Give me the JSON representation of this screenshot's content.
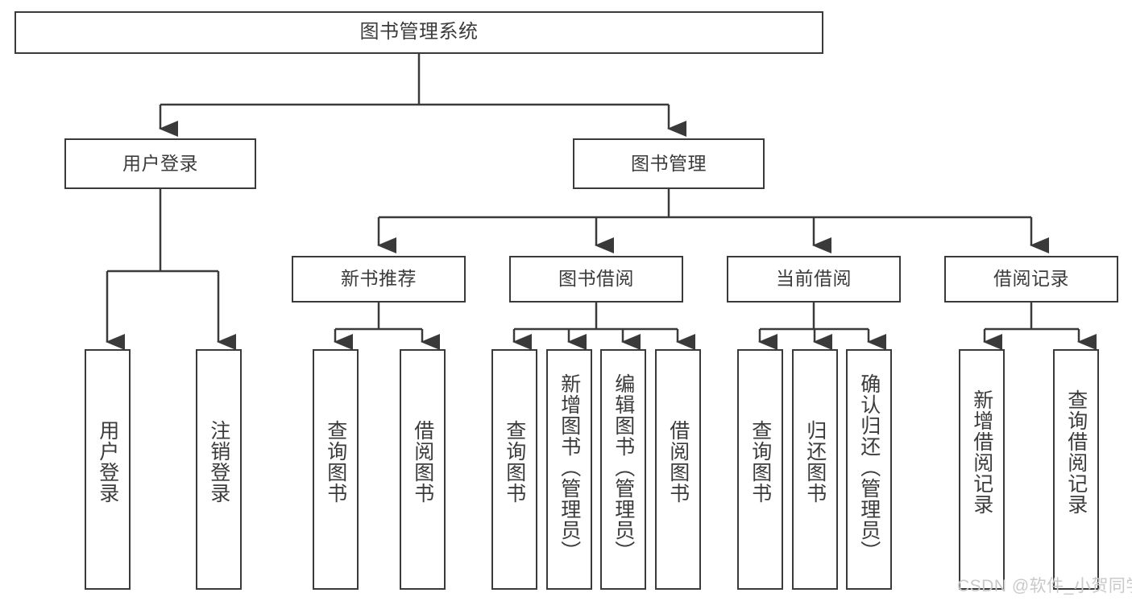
{
  "diagram": {
    "title": "图书管理系统",
    "type": "tree-hierarchy",
    "watermark": "CSDN @软件_小贺同学",
    "colors": {
      "border": "#3a3a3a",
      "text": "#3b3b3b",
      "background": "#ffffff",
      "watermark": "#c9c9c9"
    },
    "nodes": {
      "root": {
        "label": "图书管理系统"
      },
      "level1": [
        {
          "id": "user-login",
          "label": "用户登录"
        },
        {
          "id": "book-manage",
          "label": "图书管理"
        }
      ],
      "level2": [
        {
          "id": "new-book-rec",
          "label": "新书推荐"
        },
        {
          "id": "book-borrow",
          "label": "图书借阅"
        },
        {
          "id": "current-borrow",
          "label": "当前借阅"
        },
        {
          "id": "borrow-record",
          "label": "借阅记录"
        }
      ],
      "leaves": {
        "user-login": [
          {
            "id": "leaf-user-login",
            "label": "用户登录"
          },
          {
            "id": "leaf-logout",
            "label": "注销登录"
          }
        ],
        "new-book-rec": [
          {
            "id": "leaf-query-book-1",
            "label": "查询图书"
          },
          {
            "id": "leaf-borrow-book-1",
            "label": "借阅图书"
          }
        ],
        "book-borrow": [
          {
            "id": "leaf-query-book-2",
            "label": "查询图书"
          },
          {
            "id": "leaf-add-book",
            "label": "新增图书（管理员）"
          },
          {
            "id": "leaf-edit-book",
            "label": "编辑图书（管理员）"
          },
          {
            "id": "leaf-borrow-book-2",
            "label": "借阅图书"
          }
        ],
        "current-borrow": [
          {
            "id": "leaf-query-book-3",
            "label": "查询图书"
          },
          {
            "id": "leaf-return-book",
            "label": "归还图书"
          },
          {
            "id": "leaf-confirm-return",
            "label": "确认归还（管理员）"
          }
        ],
        "borrow-record": [
          {
            "id": "leaf-add-record",
            "label": "新增借阅记录"
          },
          {
            "id": "leaf-query-record",
            "label": "查询借阅记录"
          }
        ]
      }
    }
  }
}
